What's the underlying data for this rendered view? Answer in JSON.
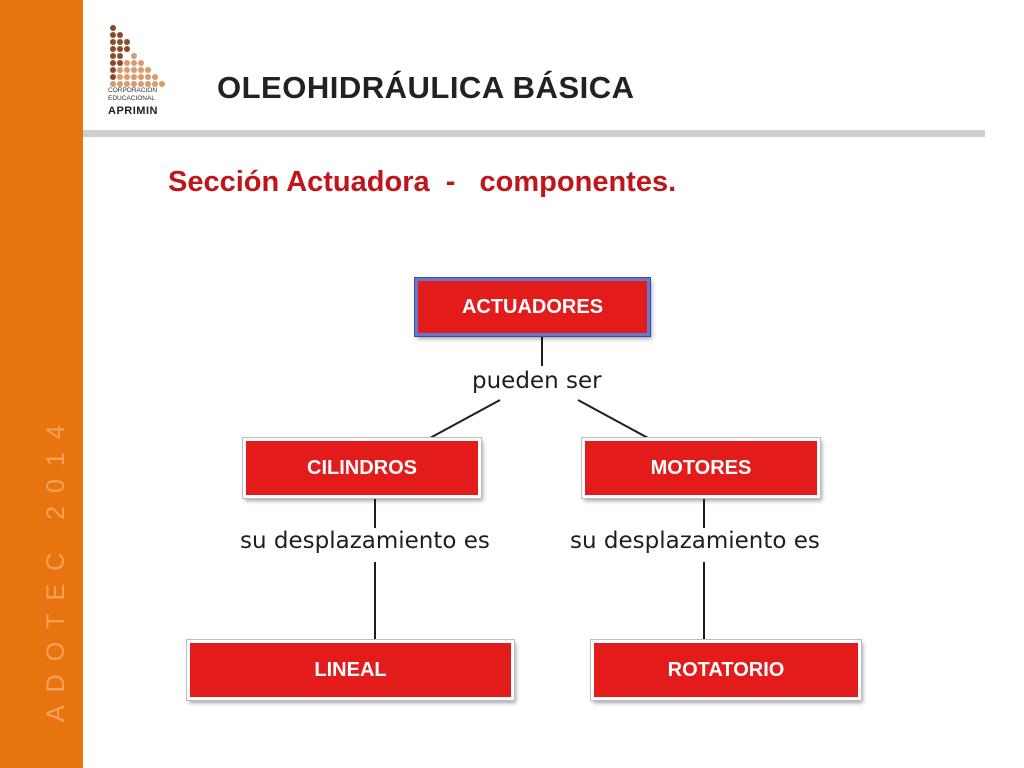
{
  "sidebar": {
    "vertical_text": "ADOTEC 2014"
  },
  "logo": {
    "line1": "CORPORACION",
    "line2": "EDUCACIONAL",
    "brand": "APRIMIN"
  },
  "header": {
    "title": "OLEOHIDRÁULICA BÁSICA"
  },
  "slide": {
    "subtitle": "Sección Actuadora  -   componentes."
  },
  "diagram": {
    "root": "ACTUADORES",
    "root_link": "pueden ser",
    "left_node": "CILINDROS",
    "right_node": "MOTORES",
    "left_link": "su desplazamiento es",
    "right_link": "su desplazamiento es",
    "left_leaf": "LINEAL",
    "right_leaf": "ROTATORIO"
  },
  "colors": {
    "sidebar": "#e8740f",
    "node_red": "#e41b1b",
    "subtitle_red": "#c0151a"
  }
}
